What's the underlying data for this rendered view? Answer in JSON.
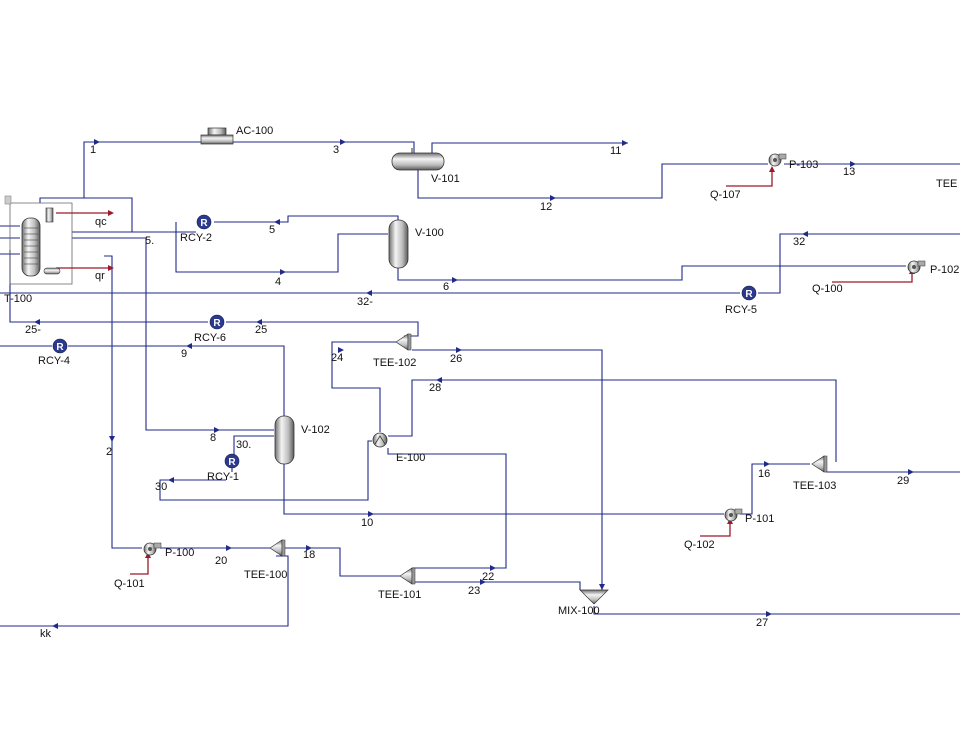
{
  "units": {
    "ac100": "AC-100",
    "v101": "V-101",
    "v100": "V-100",
    "v102": "V-102",
    "t100": "T-100",
    "p103": "P-103",
    "p102": "P-102",
    "p100": "P-100",
    "p101": "P-101",
    "rcy1": "RCY-1",
    "rcy2": "RCY-2",
    "rcy4": "RCY-4",
    "rcy5": "RCY-5",
    "rcy6": "RCY-6",
    "rcy_symbol": "R",
    "tee100": "TEE-100",
    "tee101": "TEE-101",
    "tee102": "TEE-102",
    "tee103": "TEE-103",
    "tee_edge": "TEE",
    "e100": "E-100",
    "mix100": "MIX-100"
  },
  "energy": {
    "q107": "Q-107",
    "q100": "Q-100",
    "q101": "Q-101",
    "q102": "Q-102",
    "qc": "qc",
    "qr": "qr"
  },
  "streams": {
    "s1": "1",
    "s2": "2",
    "s3": "3",
    "s4": "4",
    "s5": "5",
    "s5dot": "5.",
    "s6": "6",
    "s8": "8",
    "s9": "9",
    "s10": "10",
    "s11": "11",
    "s12": "12",
    "s13": "13",
    "s16": "16",
    "s18": "18",
    "s20": "20",
    "s22": "22",
    "s23": "23",
    "s24": "24",
    "s25": "25",
    "s25dash": "25-",
    "s26": "26",
    "s27": "27",
    "s28": "28",
    "s29": "29",
    "s30": "30",
    "s30dot": "30.",
    "s32": "32",
    "s32dash": "32-",
    "kk": "kk"
  },
  "colors": {
    "material_stream": "#1f2a8a",
    "energy_stream": "#9b1b2b",
    "recycle_badge": "#2b3a8f"
  }
}
